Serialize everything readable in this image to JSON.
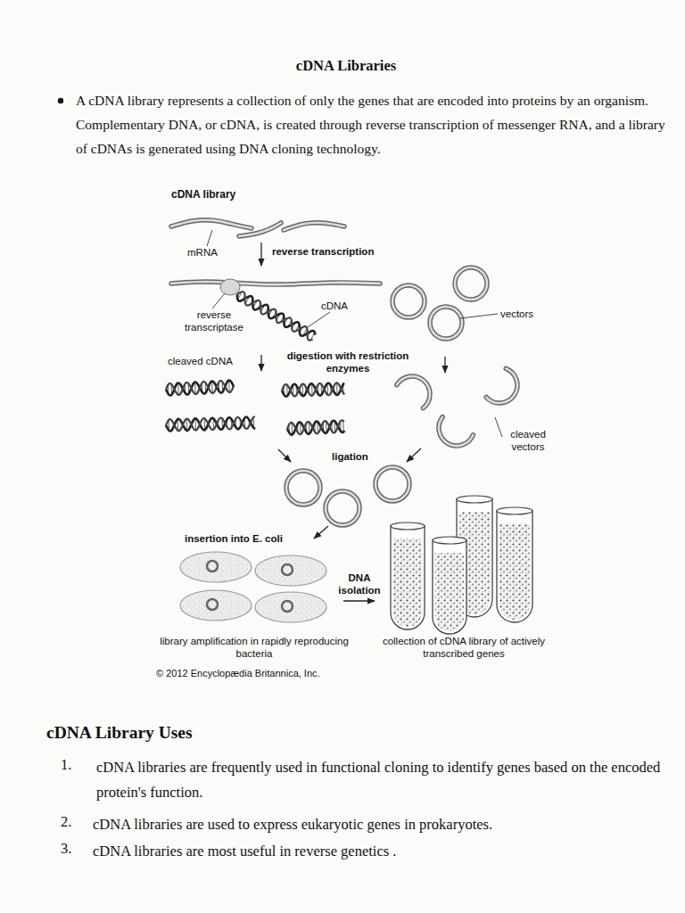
{
  "diagram": {
    "title": "cDNA Libraries",
    "labels": [
      "A cDNA library represents a collection of only the genes that are encoded into proteins by an organism. Complementary DNA, or cDNA, is created through reverse transcription of messenger RNA, and a library of cDNAs is generated using DNA cloning technology.",
      "cDNA library",
      "mRNA",
      "reverse transcription",
      "reverse transcriptase",
      "cDNA",
      "vectors",
      "cleaved cDNA",
      "digestion with restriction enzymes",
      "cleaved vectors",
      "ligation",
      "insertion into E. coli",
      "DNA isolation",
      "library amplification in rapidly reproducing bacteria",
      "collection of cDNA library of actively transcribed genes",
      "© 2012 Encyclopædia Britannica, Inc.",
      "cDNA Library Uses",
      "1.",
      "cDNA libraries are frequently used in functional cloning to identify genes based on the encoded protein's function.",
      "2.",
      "cDNA libraries are used to express eukaryotic genes in prokaryotes.",
      "3.",
      "cDNA libraries are most useful in reverse genetics ."
    ]
  }
}
